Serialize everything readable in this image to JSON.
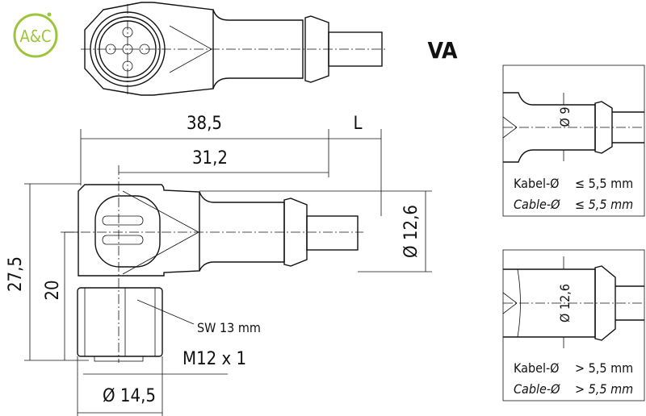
{
  "logo": {
    "text": "A&C",
    "color": "#9dc43a"
  },
  "variant_label": "VA",
  "dimensions": {
    "overall_length": "38,5",
    "cable_length": "L",
    "center_length": "31,2",
    "total_height": "27,5",
    "center_height": "20",
    "body_diameter": "Ø 12,6",
    "nut_diameter": "Ø 14,5",
    "wrench_size": "SW 13 mm",
    "thread": "M12 x 1"
  },
  "detail_panels": [
    {
      "diameter": "Ø 9",
      "kabel_label": "Kabel-Ø",
      "kabel_value": "≤ 5,5 mm",
      "cable_label": "Cable-Ø",
      "cable_value": "≤ 5,5 mm"
    },
    {
      "diameter": "Ø 12,6",
      "kabel_label": "Kabel-Ø",
      "kabel_value": "> 5,5 mm",
      "cable_label": "Cable-Ø",
      "cable_value": "> 5,5 mm"
    }
  ]
}
